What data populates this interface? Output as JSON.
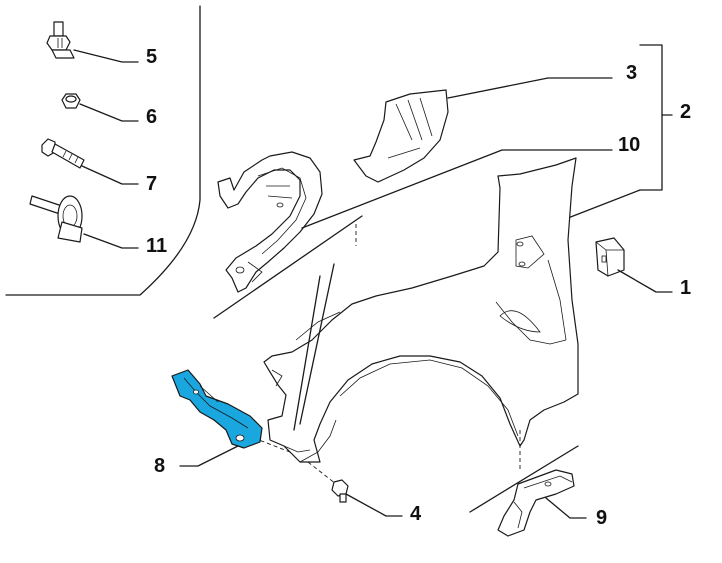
{
  "callouts": {
    "c1": "1",
    "c2": "2",
    "c3": "3",
    "c4": "4",
    "c5": "5",
    "c6": "6",
    "c7": "7",
    "c8": "8",
    "c9": "9",
    "c10": "10",
    "c11": "11"
  },
  "colors": {
    "line": "#1a1a1a",
    "highlight": "#1aa7e0"
  }
}
